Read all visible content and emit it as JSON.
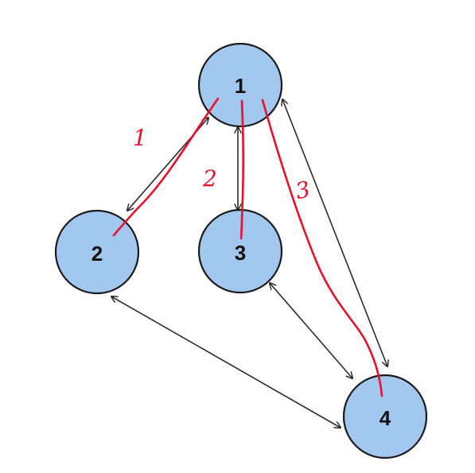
{
  "nodes": [
    {
      "id": "1",
      "label": "1"
    },
    {
      "id": "2",
      "label": "2"
    },
    {
      "id": "3",
      "label": "3"
    },
    {
      "id": "4",
      "label": "4"
    }
  ],
  "edges": [
    {
      "from": "1",
      "to": "2",
      "direction": "both"
    },
    {
      "from": "1",
      "to": "3",
      "direction": "both"
    },
    {
      "from": "1",
      "to": "4",
      "direction": "both"
    },
    {
      "from": "2",
      "to": "4",
      "direction": "both"
    },
    {
      "from": "3",
      "to": "4",
      "direction": "both"
    }
  ],
  "annotations": [
    {
      "label": "1",
      "path": "1-2"
    },
    {
      "label": "2",
      "path": "1-3"
    },
    {
      "label": "3",
      "path": "1-4"
    }
  ],
  "colors": {
    "node_fill": "#a3c8ef",
    "node_stroke": "#1a1a1a",
    "edge": "#2b2b2b",
    "annotation": "#e8102a"
  }
}
